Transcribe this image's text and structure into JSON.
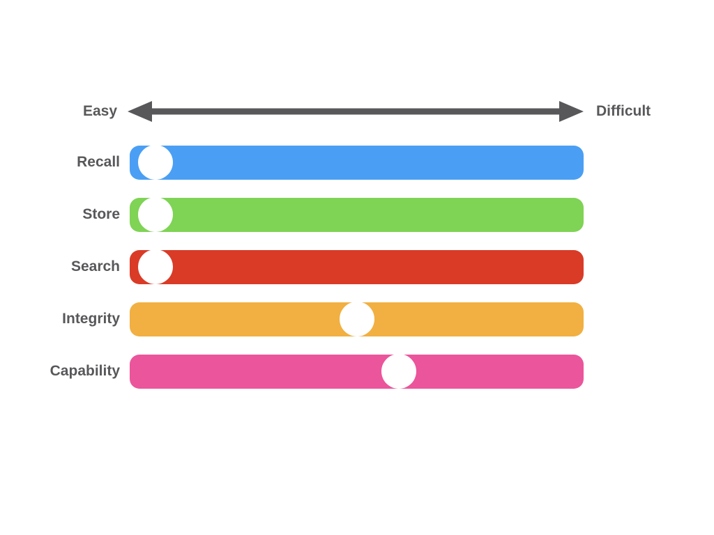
{
  "slide": {
    "background_color": "#ffffff",
    "text_color": "#58585b"
  },
  "axis": {
    "left_label": "Easy",
    "right_label": "Difficult",
    "arrow_color": "#58585b",
    "arrow_style": "double-headed"
  },
  "sliders": {
    "handle_color": "#ffffff",
    "items": [
      {
        "label": "Recall",
        "color": "#4a9ff4",
        "value_pct": 5.7
      },
      {
        "label": "Store",
        "color": "#7fd355",
        "value_pct": 5.7
      },
      {
        "label": "Search",
        "color": "#d93b27",
        "value_pct": 5.7
      },
      {
        "label": "Integrity",
        "color": "#f1b041",
        "value_pct": 50.1
      },
      {
        "label": "Capability",
        "color": "#eb559b",
        "value_pct": 59.3
      }
    ]
  }
}
